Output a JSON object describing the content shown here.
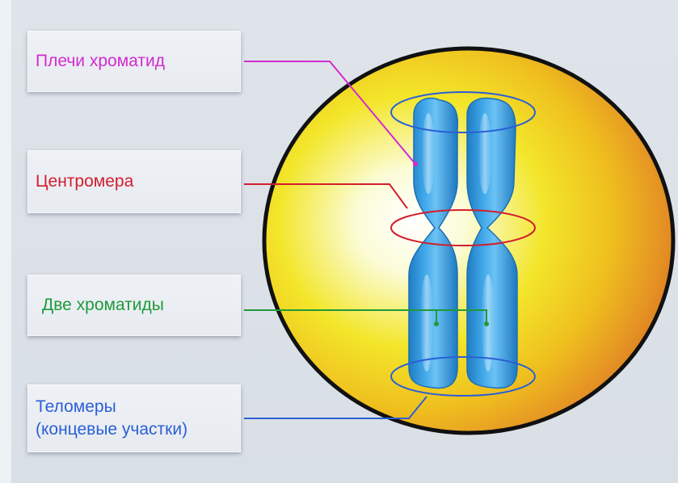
{
  "labels": {
    "arms": "Плечи хроматид",
    "centromere": "Центромера",
    "two_chromatids": "Две хроматиды",
    "telomeres_line1": "Теломеры",
    "telomeres_line2": "(концевые участки)"
  },
  "colors": {
    "arms": "#d42ad0",
    "centromere": "#d21e2e",
    "two_chromatids": "#1f9a3a",
    "telomeres": "#2a5fd6",
    "chromosome": "#3a9fe0",
    "cell_outline": "#111111"
  }
}
